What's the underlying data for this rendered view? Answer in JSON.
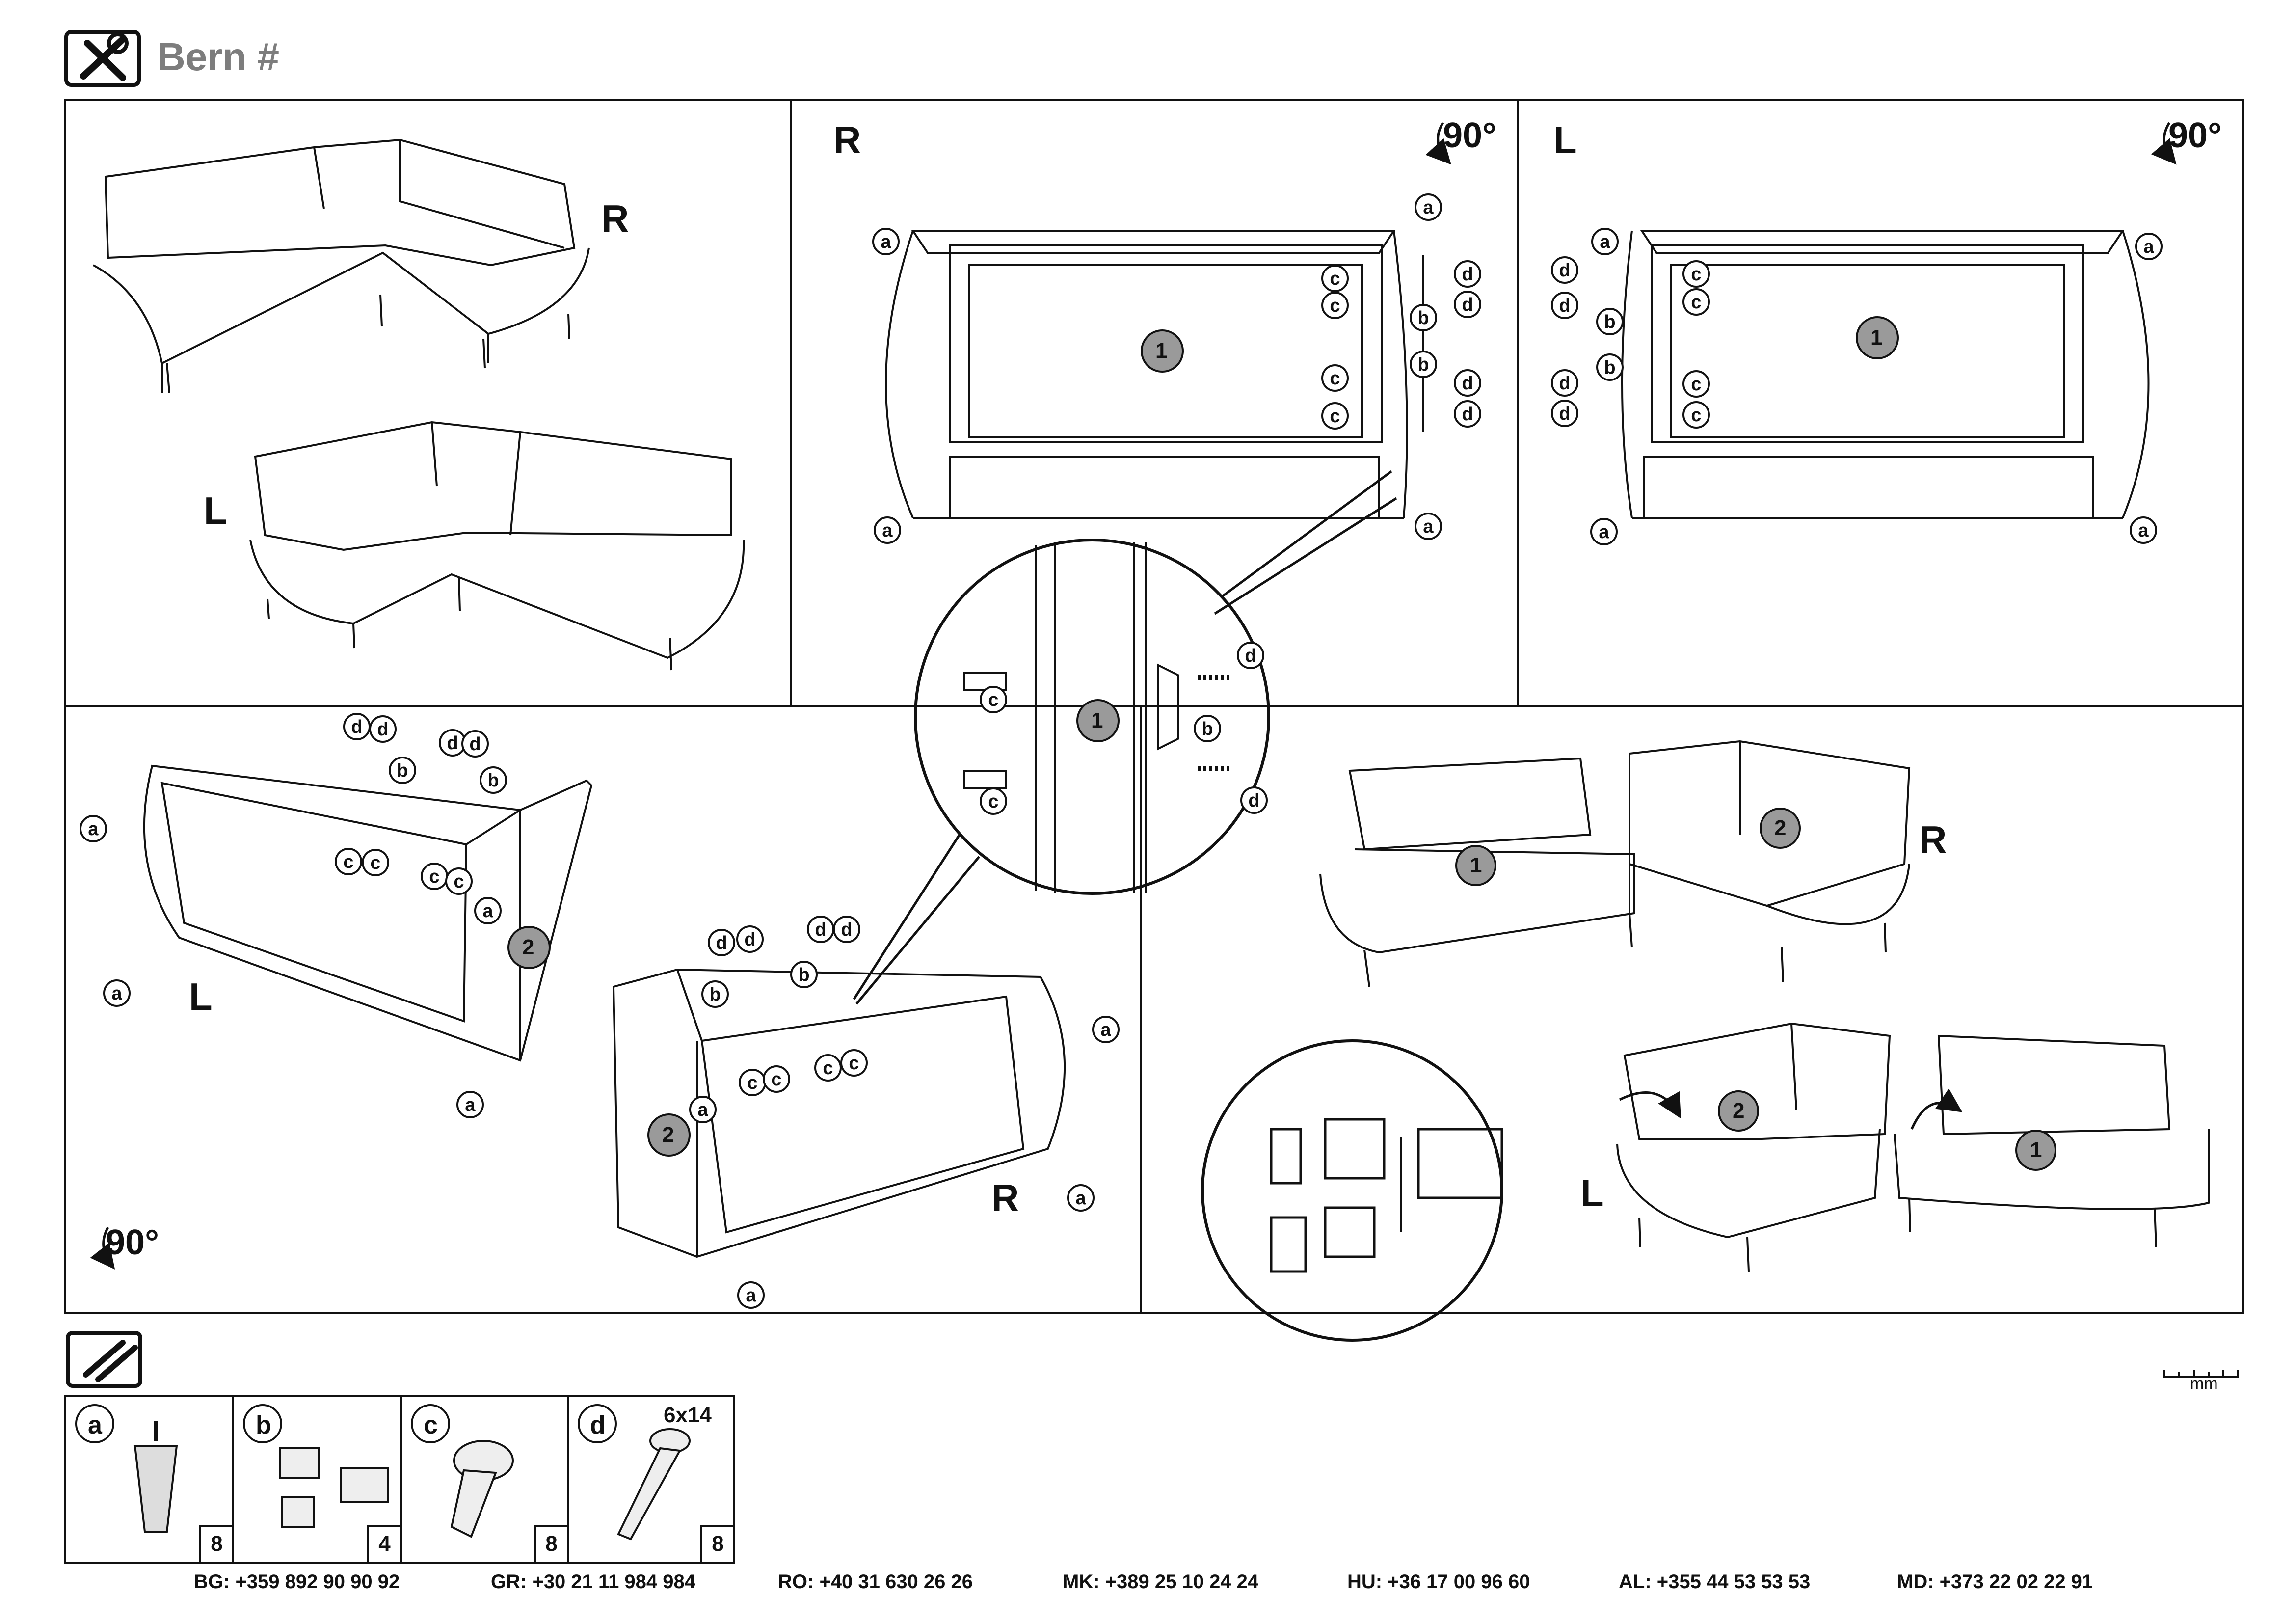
{
  "header": {
    "product_title": "Bern #"
  },
  "panels": {
    "overview": {
      "label_r": "R",
      "label_l": "L"
    },
    "right_frame": {
      "label": "R",
      "rotation": "90°",
      "panel_no": "1"
    },
    "left_frame": {
      "label": "L",
      "rotation": "90°",
      "panel_no": "1"
    },
    "assembly_perspective": {
      "label_l": "L",
      "label_r": "R",
      "rotation": "90°",
      "panel_no": "2"
    },
    "detail": {
      "panel_no": "1",
      "part_b": "b",
      "part_c": "c",
      "part_d": "d"
    },
    "final": {
      "label_r": "R",
      "label_l": "L",
      "seat_1": "1",
      "seat_2": "2"
    }
  },
  "callout_letters": [
    "a",
    "b",
    "c",
    "d"
  ],
  "parts": [
    {
      "code": "a",
      "qty": "8",
      "spec": ""
    },
    {
      "code": "b",
      "qty": "4",
      "spec": ""
    },
    {
      "code": "c",
      "qty": "8",
      "spec": ""
    },
    {
      "code": "d",
      "qty": "8",
      "spec": "6x14"
    }
  ],
  "ruler_unit": "mm",
  "contacts": [
    {
      "country": "BG:",
      "phone": "+359 892 90 90 92"
    },
    {
      "country": "GR:",
      "phone": "+30 21 11 984 984"
    },
    {
      "country": "RO:",
      "phone": "+40 31 630 26 26"
    },
    {
      "country": "MK:",
      "phone": "+389 25 10 24 24"
    },
    {
      "country": "HU:",
      "phone": "+36 17 00 96 60"
    },
    {
      "country": "AL:",
      "phone": "+355 44 53 53 53"
    },
    {
      "country": "MD:",
      "phone": "+373 22 02 22 91"
    }
  ]
}
